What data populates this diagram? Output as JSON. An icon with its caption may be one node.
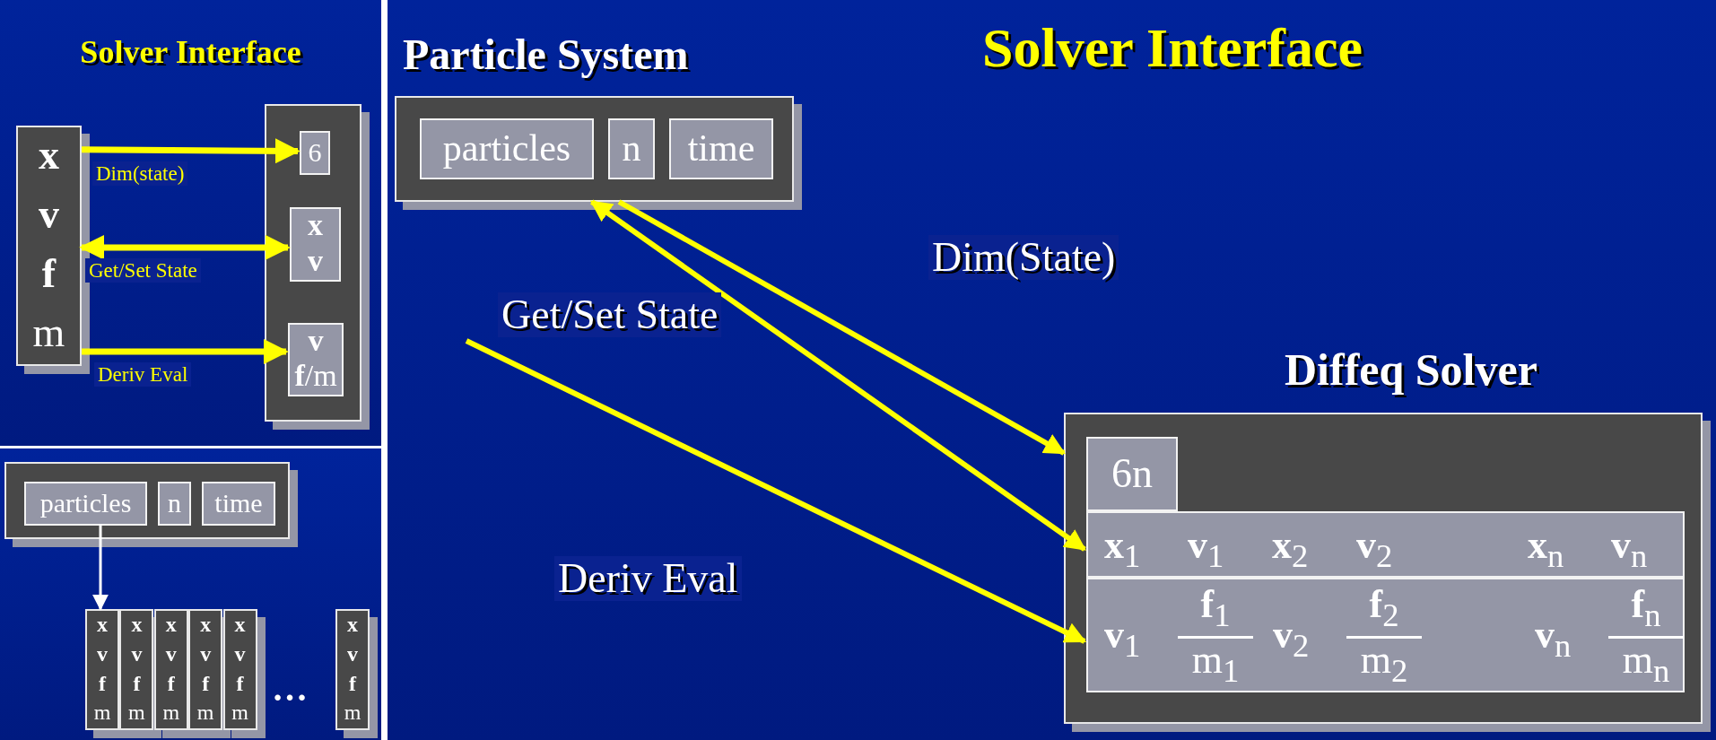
{
  "diagram": {
    "nodes": [
      {
        "text": [
          "Solver Interface"
        ]
      },
      {
        "text": [
          "x",
          "v",
          "f",
          "m"
        ],
        "in": 0
      },
      {
        "text": [],
        "shape": "box",
        "in": 0
      },
      {
        "text": [
          "6"
        ],
        "in": 2
      },
      {
        "text": [
          "x",
          "v"
        ],
        "in": 2
      },
      {
        "text": [
          "v",
          "**f**/m"
        ],
        "in": 2
      },
      {
        "text": [],
        "shape": "box"
      },
      {
        "text": [],
        "shape": "box",
        "in": 6
      },
      {
        "text": [
          "particles"
        ],
        "in": 7
      },
      {
        "text": [
          "n"
        ],
        "in": 7
      },
      {
        "text": [
          "time"
        ],
        "in": 7
      },
      {
        "text": [
          "x",
          "v",
          "f",
          "m"
        ],
        "in": 6
      },
      {
        "text": [
          "x",
          "v",
          "f",
          "m"
        ],
        "in": 6
      },
      {
        "text": [
          "x",
          "v",
          "f",
          "m"
        ],
        "in": 6
      },
      {
        "text": [
          "x",
          "v",
          "f",
          "m"
        ],
        "in": 6
      },
      {
        "text": [
          "x",
          "v",
          "f",
          "m"
        ],
        "in": 6
      },
      {
        "text": [
          "x",
          "v",
          "f",
          "m"
        ],
        "in": 6
      },
      {
        "text": [
          "Solver Interface"
        ]
      },
      {
        "text": [
          "Particle System"
        ],
        "in": 17
      },
      {
        "text": [
          "particles"
        ],
        "in": 18
      },
      {
        "text": [
          "n"
        ],
        "in": 18
      },
      {
        "text": [
          "time"
        ],
        "in": 18
      },
      {
        "text": [
          "Diffeq Solver"
        ],
        "in": 17
      },
      {
        "text": [
          "6n"
        ],
        "in": 22
      },
      {
        "text": [
          "**x**$_{1}$",
          "**v**$_{1}$",
          "**x**$_{2}$",
          "**v**$_{2}$",
          "**x**$_{n}$",
          "**v**$_{n}$"
        ],
        "in": 22
      },
      {
        "text": [
          "**v**$_{1}$",
          "**f**$_{1}$",
          "m$_{1}$",
          "**v**$_{2}$",
          "**f**$_{2}$",
          "m$_{2}$",
          "**v**$_{n}$",
          "**f**$_{n}$",
          "m$_{n}$"
        ],
        "in": 22
      }
    ],
    "edges": [
      {
        "from": 1,
        "to": 3,
        "arrow": "to",
        "label": "Dim(state)"
      },
      {
        "from": 1,
        "to": 4,
        "arrow": "both",
        "label": "Get/Set State"
      },
      {
        "from": 1,
        "to": 5,
        "arrow": "to",
        "label": "Deriv Eval"
      },
      {
        "from": 8,
        "to": 11,
        "arrow": "to",
        "color": "#ffffff"
      },
      {
        "from": 18,
        "to": 22,
        "arrow": "to",
        "label": "Dim(State)"
      },
      {
        "from": 18,
        "to": 24,
        "arrow": "both",
        "label": "Get/Set State"
      },
      {
        "from": null,
        "to": 25,
        "arrow": "to",
        "label": "Deriv Eval"
      }
    ],
    "labels": [
      "…"
    ]
  }
}
